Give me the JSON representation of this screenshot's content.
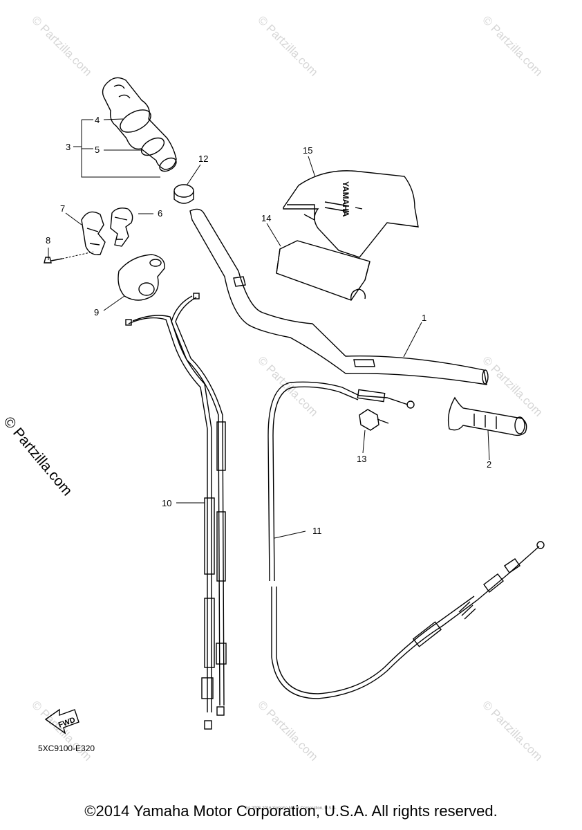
{
  "watermark_text": "© Partzilla.com",
  "side_watermark": "© Partzilla.com",
  "callouts": {
    "c1": "1",
    "c2": "2",
    "c3": "3",
    "c4": "4",
    "c5": "5",
    "c6": "6",
    "c7": "7",
    "c8": "8",
    "c9": "9",
    "c10": "10",
    "c11": "11",
    "c12": "12",
    "c13": "13",
    "c14": "14",
    "c15": "15"
  },
  "brand_on_pad": "YAMAHA",
  "fwd_label": "FWD",
  "diagram_code": "5XC9100-E320",
  "small_copyright": "(c) 2005-2016 Yamaha Motor Corporation, U.S.A.",
  "copyright": "©2014 Yamaha Motor Corporation, U.S.A. All rights reserved."
}
